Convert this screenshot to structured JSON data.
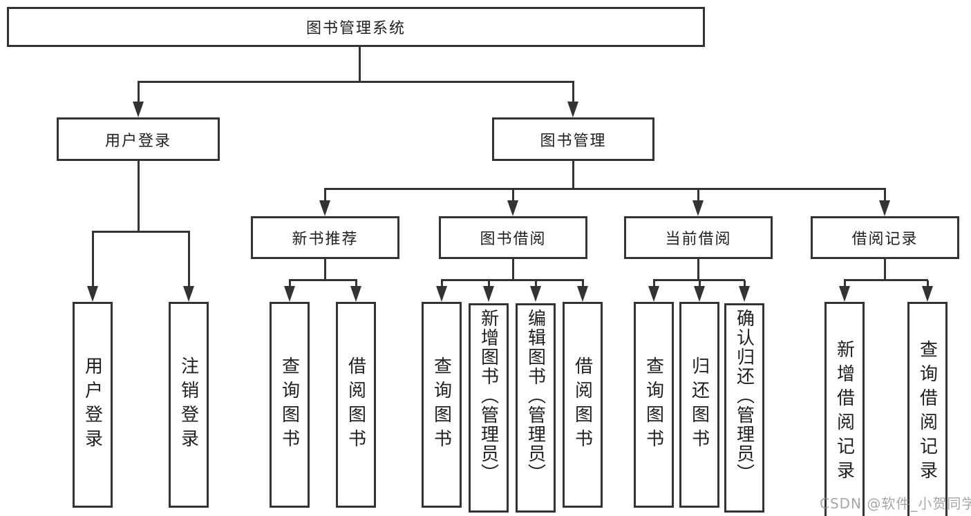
{
  "nodes": {
    "root": {
      "label": "图书管理系统"
    },
    "level2": [
      {
        "label": "用户登录"
      },
      {
        "label": "图书管理"
      }
    ],
    "level3": [
      {
        "label": "新书推荐"
      },
      {
        "label": "图书借阅"
      },
      {
        "label": "当前借阅"
      },
      {
        "label": "借阅记录"
      }
    ],
    "leaves": [
      {
        "label": "用户登录"
      },
      {
        "label": "注销登录"
      },
      {
        "label": "查询图书"
      },
      {
        "label": "借阅图书"
      },
      {
        "label": "查询图书"
      },
      {
        "label": "新增图书（管理员）"
      },
      {
        "label": "编辑图书（管理员）"
      },
      {
        "label": "借阅图书"
      },
      {
        "label": "查询图书"
      },
      {
        "label": "归还图书"
      },
      {
        "label": "确认归还（管理员）"
      },
      {
        "label": "新增借阅记录"
      },
      {
        "label": "查询借阅记录"
      }
    ]
  },
  "watermark": {
    "text": "CSDN @软件_小贺同学"
  },
  "colors": {
    "line": "#333333",
    "text": "#1f1f1f",
    "background": "#ffffff",
    "watermark": "rgba(145,145,145,0.8)"
  }
}
